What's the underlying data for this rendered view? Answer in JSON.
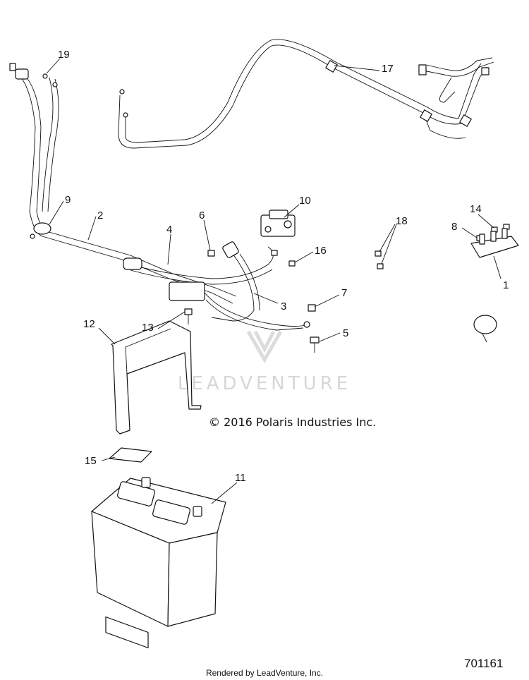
{
  "callouts": [
    {
      "id": "c1",
      "label": "1"
    },
    {
      "id": "c2",
      "label": "2"
    },
    {
      "id": "c3",
      "label": "3"
    },
    {
      "id": "c4",
      "label": "4"
    },
    {
      "id": "c5",
      "label": "5"
    },
    {
      "id": "c6",
      "label": "6"
    },
    {
      "id": "c7",
      "label": "7"
    },
    {
      "id": "c8",
      "label": "8"
    },
    {
      "id": "c9",
      "label": "9"
    },
    {
      "id": "c10",
      "label": "10"
    },
    {
      "id": "c11",
      "label": "11"
    },
    {
      "id": "c12",
      "label": "12"
    },
    {
      "id": "c13",
      "label": "13"
    },
    {
      "id": "c14",
      "label": "14"
    },
    {
      "id": "c15",
      "label": "15"
    },
    {
      "id": "c16",
      "label": "16"
    },
    {
      "id": "c17",
      "label": "17"
    },
    {
      "id": "c18",
      "label": "18"
    },
    {
      "id": "c19",
      "label": "19"
    }
  ],
  "copyright": "© 2016 Polaris Industries Inc.",
  "watermark": "LEADVENTURE",
  "footer": "Rendered by LeadVenture, Inc.",
  "figure_id": "701161"
}
